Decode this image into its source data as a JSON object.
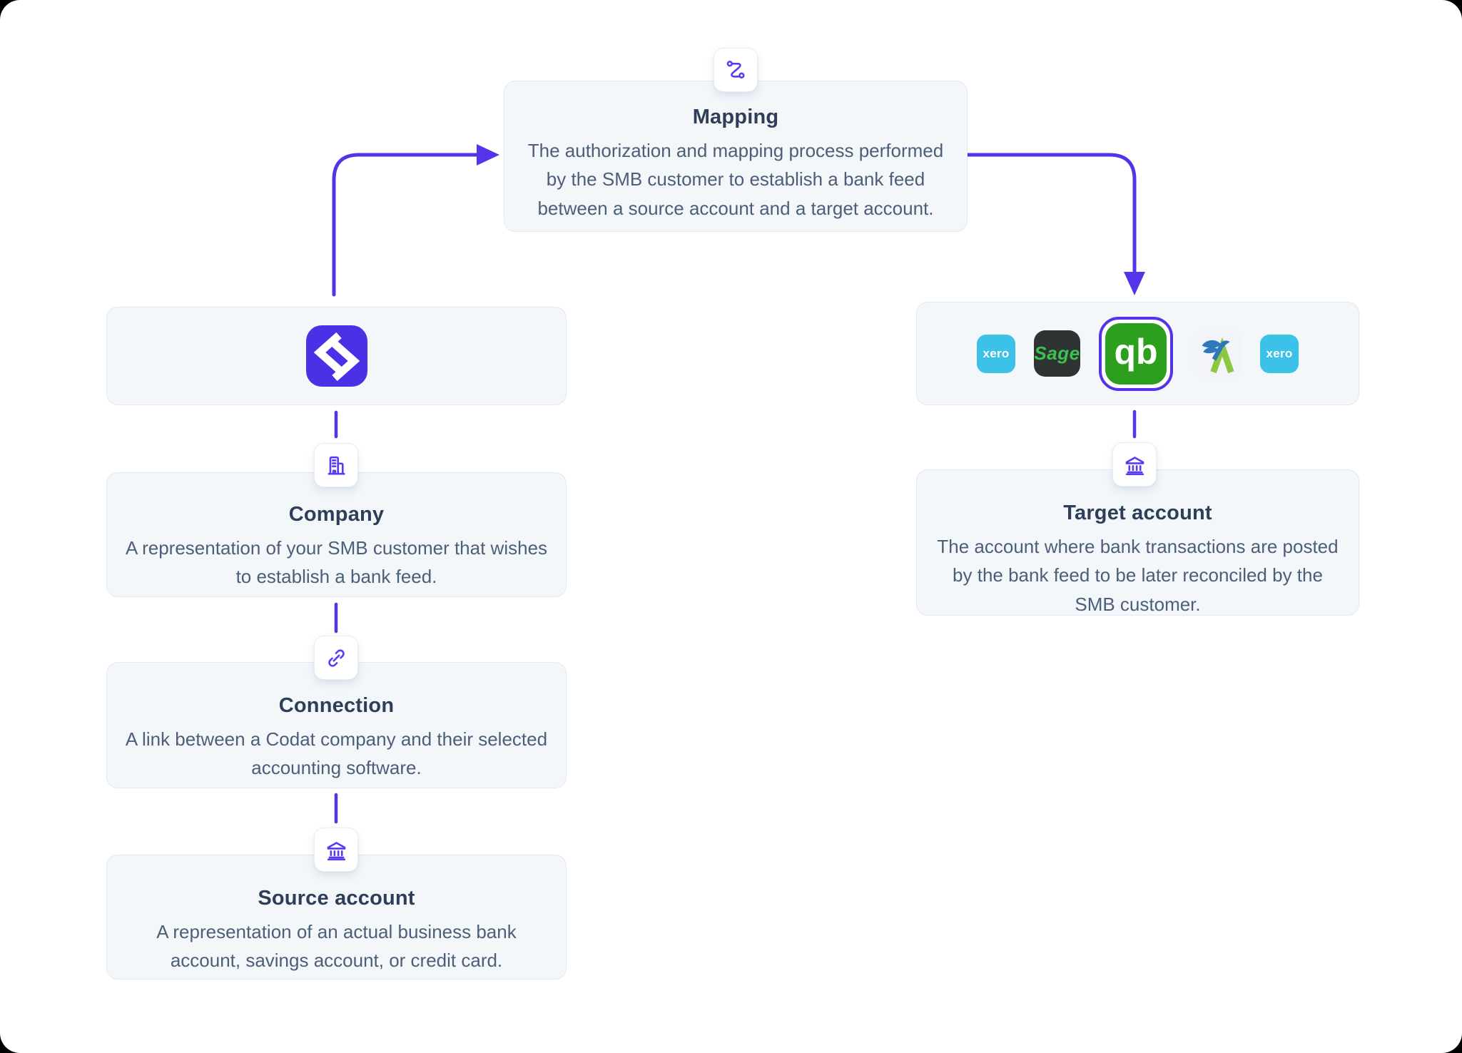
{
  "accent_color": "#5433e8",
  "card_background": "#f3f7fa",
  "title_color": "#2f3e58",
  "body_color": "#4c5e78",
  "mapping": {
    "icon": "route-icon",
    "title": "Mapping",
    "description": "The authorization and mapping process performed by the SMB customer to establish a bank feed between a source account and a target account."
  },
  "codat": {
    "icon": "codat-logo",
    "logo_background": "#4a31e5"
  },
  "company": {
    "icon": "building-icon",
    "title": "Company",
    "description": "A representation of your SMB customer that wishes to establish a bank feed."
  },
  "connection": {
    "icon": "link-icon",
    "title": "Connection",
    "description": "A link between a Codat company and their selected accounting software."
  },
  "source_account": {
    "icon": "bank-icon",
    "title": "Source account",
    "description": "A representation of an actual business bank account, savings account, or credit card."
  },
  "target_account": {
    "icon": "bank-icon",
    "title": "Target account",
    "description": "The account where bank transactions are posted by the bank feed to be later reconciled by the SMB customer."
  },
  "platforms": {
    "selected": "QuickBooks",
    "selected_ring_color": "#5433e8",
    "items": [
      {
        "name": "Xero",
        "label": "xero",
        "background": "#3cc1e9"
      },
      {
        "name": "Sage",
        "label": "Sage",
        "background": "#2e3433"
      },
      {
        "name": "QuickBooks",
        "label": "qb",
        "background": "#2ca01c",
        "selected": true
      },
      {
        "name": "FreeAgent",
        "label": "",
        "background": "#f2f4f9"
      },
      {
        "name": "Xero",
        "label": "xero",
        "background": "#3cc1e9"
      }
    ]
  }
}
